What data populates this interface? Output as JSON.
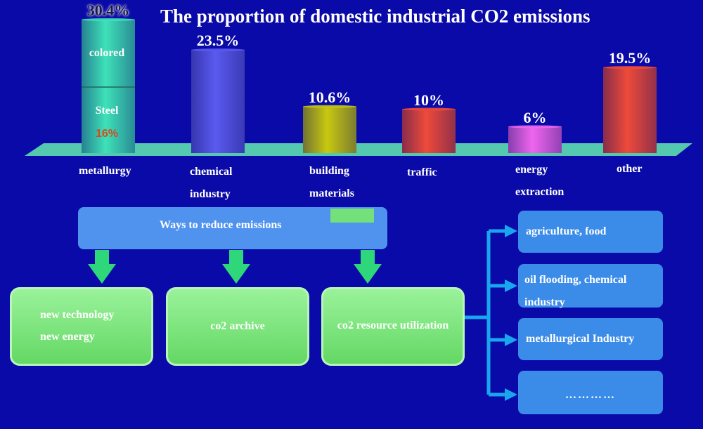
{
  "title": "The proportion of domestic industrial CO2 emissions",
  "chart_data": {
    "type": "bar",
    "title": "The proportion of domestic industrial CO2 emissions",
    "categories": [
      "metallurgy",
      "chemical industry",
      "building materials",
      "traffic",
      "energy extraction",
      "other"
    ],
    "category_lines": [
      [
        "metallurgy"
      ],
      [
        "chemical",
        "industry"
      ],
      [
        "building",
        "materials"
      ],
      [
        "traffic"
      ],
      [
        "energy",
        "extraction"
      ],
      [
        "other"
      ]
    ],
    "values": [
      30.4,
      23.5,
      10.6,
      10,
      6,
      19.5
    ],
    "labels": [
      "30.4%",
      "23.5%",
      "10.6%",
      "10%",
      "6%",
      "19.5%"
    ],
    "colors": [
      "#3ee2b8",
      "#5a5af0",
      "#c8c810",
      "#ee4a3a",
      "#ee66ee",
      "#ee4a3a"
    ],
    "ylim": [
      0,
      30.4
    ],
    "stacked_first_bar": {
      "upper_label": "colored",
      "lower_label": "Steel",
      "lower_value": 16,
      "lower_value_label": "16%"
    }
  },
  "diagram": {
    "ways_label": "Ways to reduce emissions",
    "approaches": [
      "new technology",
      "new energy",
      "co2 archive",
      "co2 resource utilization"
    ],
    "utilization_targets": [
      "agriculture, food",
      "oil flooding, chemical industry",
      "metallurgical Industry",
      "…………"
    ]
  }
}
